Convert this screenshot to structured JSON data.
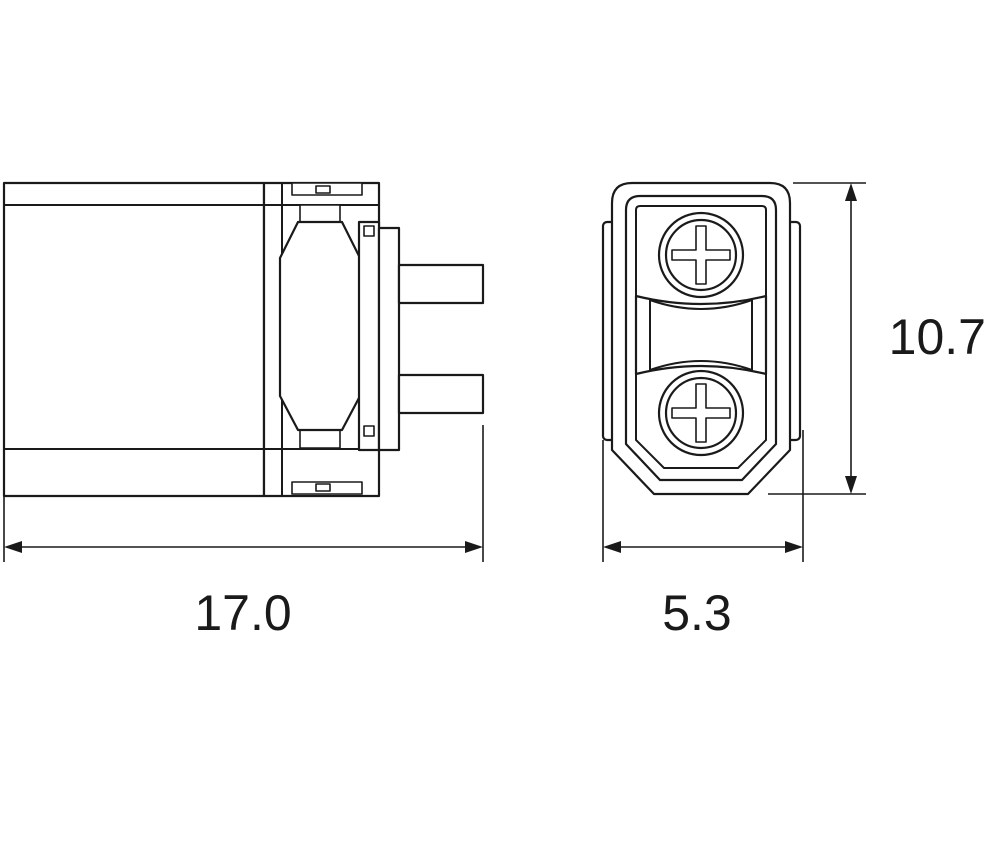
{
  "dimensions": {
    "length": "17.0",
    "width": "5.3",
    "height": "10.7"
  }
}
